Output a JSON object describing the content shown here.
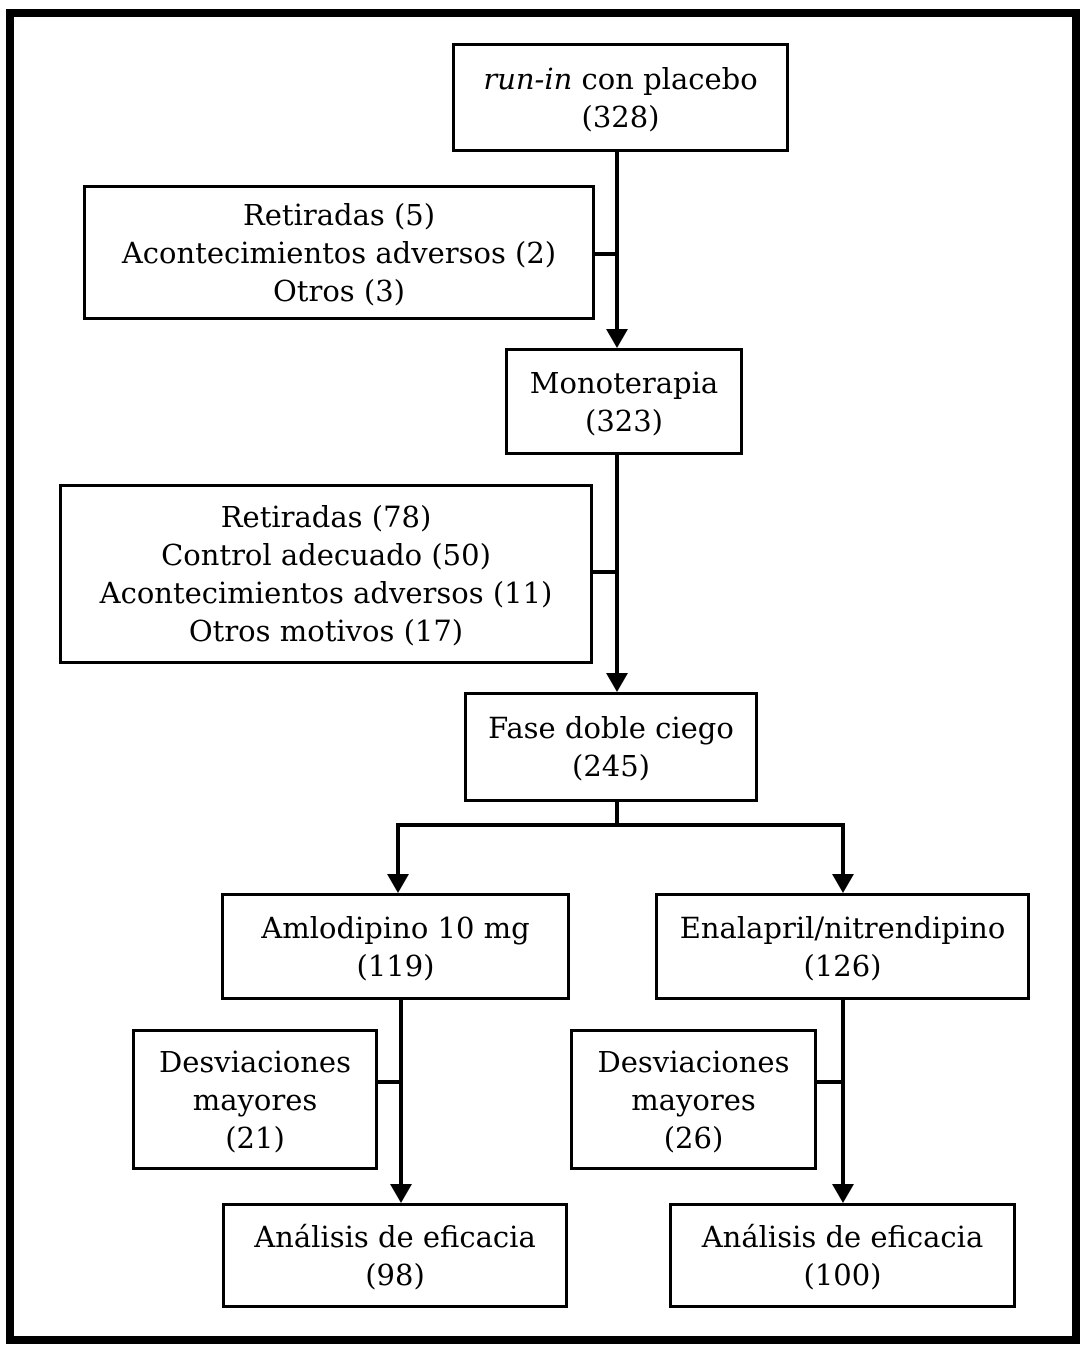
{
  "colors": {
    "background": "#ffffff",
    "line": "#000000",
    "text": "#000000"
  },
  "boxes": {
    "run_in": {
      "italic": "run-in",
      "rest": " con placebo",
      "count": "(328)"
    },
    "withdraw1": {
      "lines": [
        "Retiradas (5)",
        "Acontecimientos adversos (2)",
        "Otros (3)"
      ]
    },
    "monotherapy": {
      "label": "Monoterapia",
      "count": "(323)"
    },
    "withdraw2": {
      "lines": [
        "Retiradas (78)",
        "Control adecuado (50)",
        "Acontecimientos adversos (11)",
        "Otros motivos (17)"
      ]
    },
    "double_blind": {
      "label": "Fase doble ciego",
      "count": "(245)"
    },
    "amlodipine": {
      "label": "Amlodipino 10 mg",
      "count": "(119)"
    },
    "enalapril": {
      "label": "Enalapril/nitrendipino",
      "count": "(126)"
    },
    "deviations_left": {
      "line1": "Desviaciones",
      "line2": "mayores",
      "count": "(21)"
    },
    "deviations_right": {
      "line1": "Desviaciones",
      "line2": "mayores",
      "count": "(26)"
    },
    "efficacy_left": {
      "label": "Análisis de eficacia",
      "count": "(98)"
    },
    "efficacy_right": {
      "label": "Análisis de eficacia",
      "count": "(100)"
    }
  }
}
